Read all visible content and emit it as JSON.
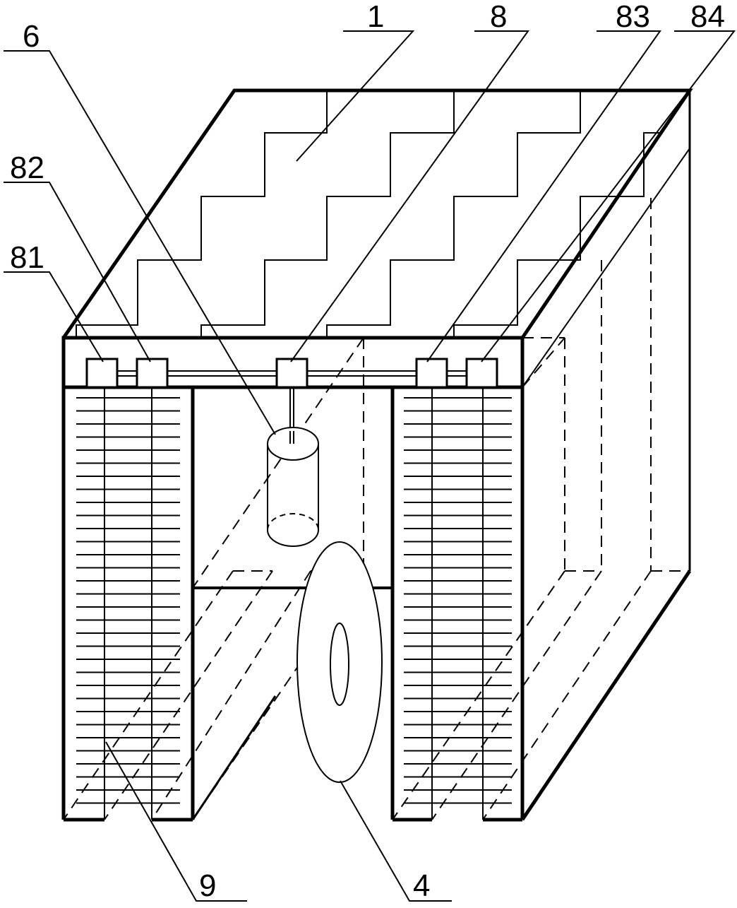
{
  "labels": {
    "l1": "1",
    "l4": "4",
    "l6": "6",
    "l8": "8",
    "l9": "9",
    "l81": "81",
    "l82": "82",
    "l83": "83",
    "l84": "84"
  },
  "colors": {
    "line": "#000000",
    "background": "#ffffff"
  }
}
